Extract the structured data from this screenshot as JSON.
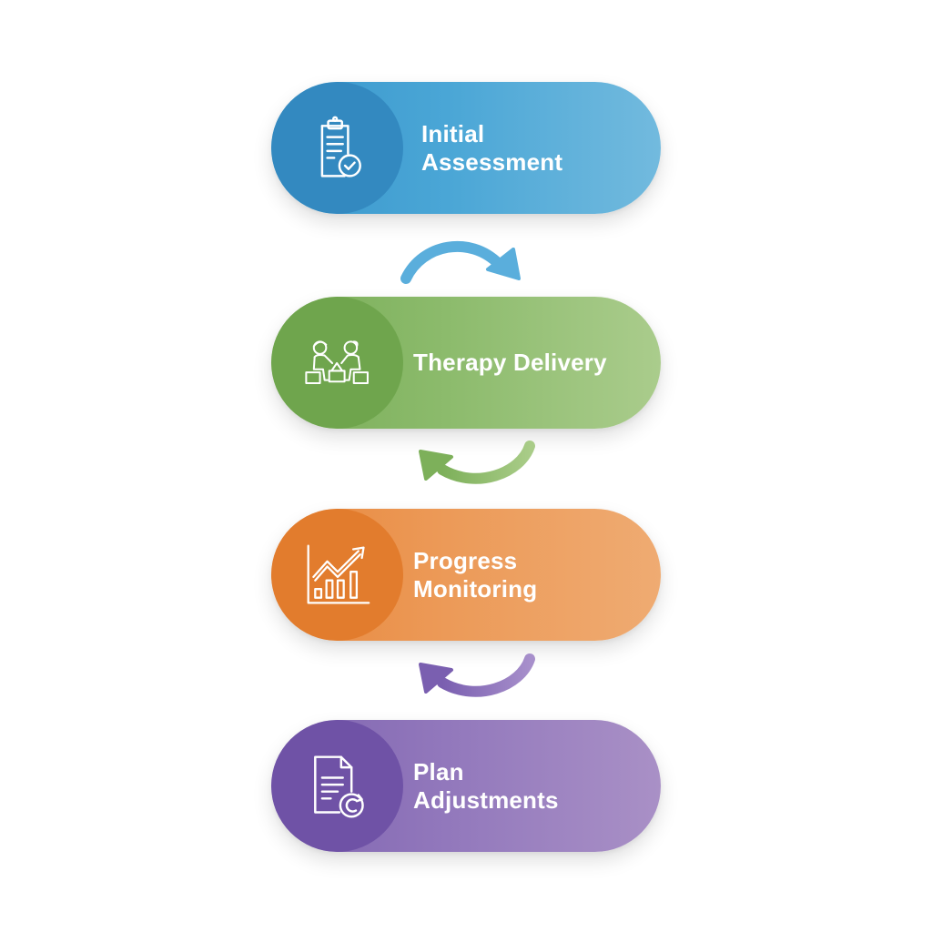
{
  "diagram": {
    "type": "cyclical-process-flow",
    "steps": [
      {
        "label_line1": "Initial",
        "label_line2": "Assessment",
        "icon": "clipboard-check-icon",
        "color": "#3a97cc"
      },
      {
        "label_line1": "Therapy Delivery",
        "label_line2": "",
        "icon": "children-playing-blocks-icon",
        "color": "#79ad57"
      },
      {
        "label_line1": "Progress",
        "label_line2": "Monitoring",
        "icon": "growth-chart-icon",
        "color": "#e8883d"
      },
      {
        "label_line1": "Plan",
        "label_line2": "Adjustments",
        "icon": "document-refresh-icon",
        "color": "#7f64b0"
      }
    ],
    "arrows": [
      {
        "from": "Initial Assessment",
        "to": "Therapy Delivery",
        "direction": "curved-right",
        "color": "#5aaedc"
      },
      {
        "from": "Therapy Delivery",
        "to": "Progress Monitoring",
        "direction": "curved-left",
        "color": "#8dbd6a"
      },
      {
        "from": "Progress Monitoring",
        "to": "Plan Adjustments",
        "direction": "curved-left",
        "color": "#8a6fba"
      }
    ]
  }
}
